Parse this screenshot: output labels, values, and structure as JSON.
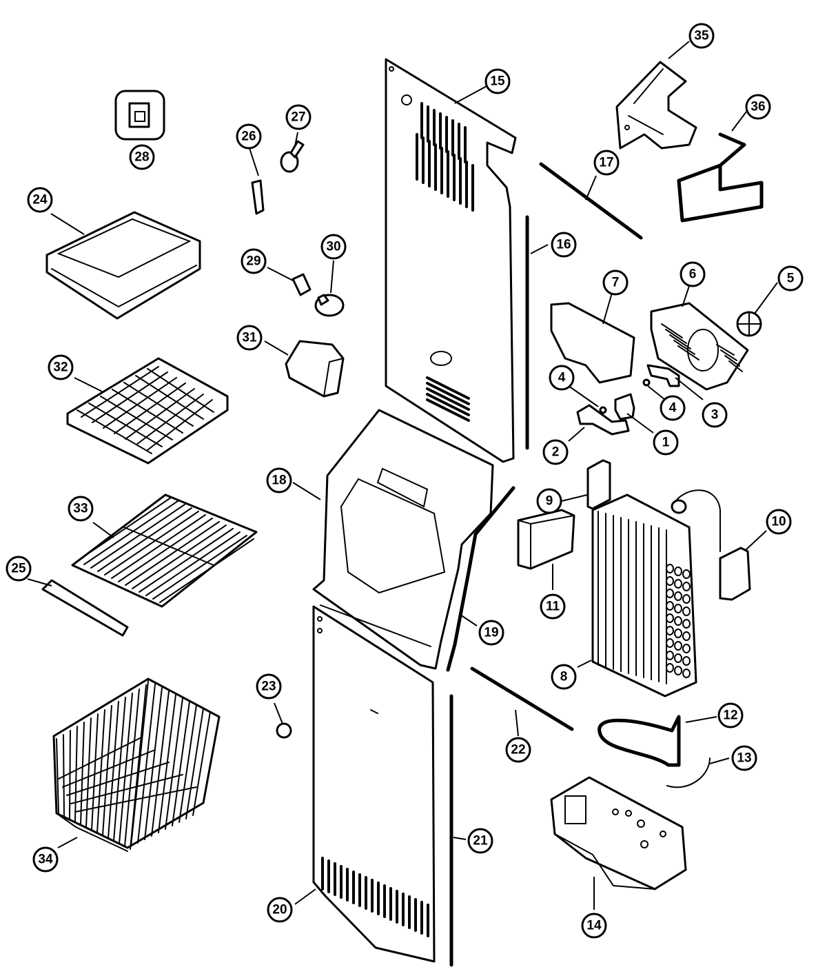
{
  "callouts": [
    {
      "id": "1",
      "label": "1"
    },
    {
      "id": "2",
      "label": "2"
    },
    {
      "id": "3",
      "label": "3"
    },
    {
      "id": "4a",
      "label": "4"
    },
    {
      "id": "4b",
      "label": "4"
    },
    {
      "id": "5",
      "label": "5"
    },
    {
      "id": "6",
      "label": "6"
    },
    {
      "id": "7",
      "label": "7"
    },
    {
      "id": "8",
      "label": "8"
    },
    {
      "id": "9",
      "label": "9"
    },
    {
      "id": "10",
      "label": "10"
    },
    {
      "id": "11",
      "label": "11"
    },
    {
      "id": "12",
      "label": "12"
    },
    {
      "id": "13",
      "label": "13"
    },
    {
      "id": "14",
      "label": "14"
    },
    {
      "id": "15",
      "label": "15"
    },
    {
      "id": "16",
      "label": "16"
    },
    {
      "id": "17",
      "label": "17"
    },
    {
      "id": "18",
      "label": "18"
    },
    {
      "id": "19",
      "label": "19"
    },
    {
      "id": "20",
      "label": "20"
    },
    {
      "id": "21",
      "label": "21"
    },
    {
      "id": "22",
      "label": "22"
    },
    {
      "id": "23",
      "label": "23"
    },
    {
      "id": "24",
      "label": "24"
    },
    {
      "id": "25",
      "label": "25"
    },
    {
      "id": "26",
      "label": "26"
    },
    {
      "id": "27",
      "label": "27"
    },
    {
      "id": "28",
      "label": "28"
    },
    {
      "id": "29",
      "label": "29"
    },
    {
      "id": "30",
      "label": "30"
    },
    {
      "id": "31",
      "label": "31"
    },
    {
      "id": "32",
      "label": "32"
    },
    {
      "id": "33",
      "label": "33"
    },
    {
      "id": "34",
      "label": "34"
    },
    {
      "id": "35",
      "label": "35"
    },
    {
      "id": "36",
      "label": "36"
    }
  ]
}
